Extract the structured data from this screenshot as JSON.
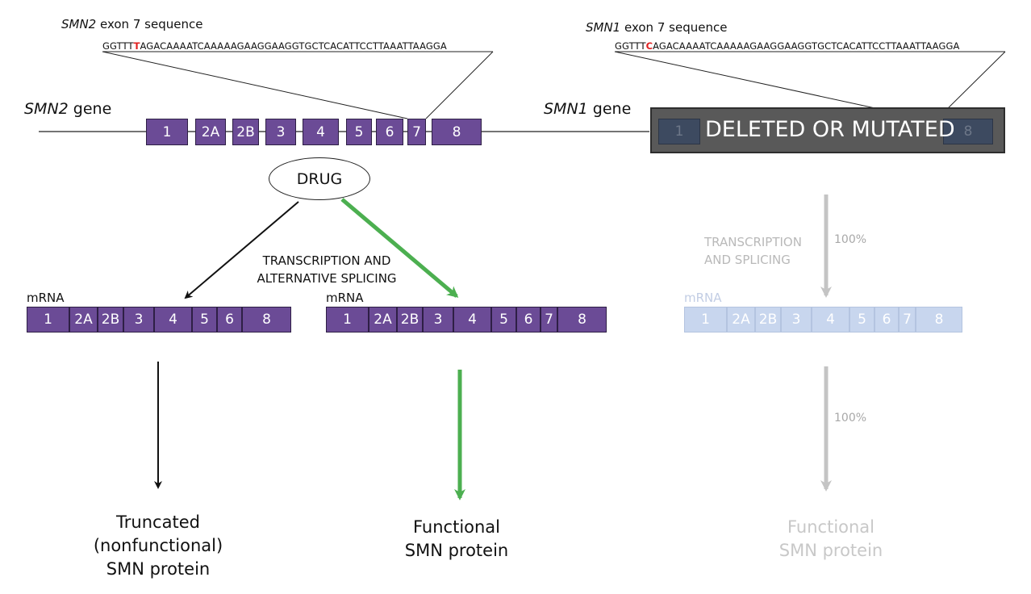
{
  "smn2_sequence": {
    "title_gene": "SMN2",
    "title_rest": " exon 7 sequence",
    "prefix": "GGTTT",
    "mutation": "T",
    "suffix": "AGACAAAATCAAAAAGAAGGAAGGTGCTCACATTCCTTAAATTAAGGA"
  },
  "smn1_sequence": {
    "title_gene": "SMN1",
    "title_rest": " exon 7 sequence",
    "prefix": "GGTTT",
    "mutation": "C",
    "suffix": "AGACAAAATCAAAAAGAAGGAAGGTGCTCACATTCCTTAAATTAAGGA"
  },
  "smn2_gene": {
    "label_gene": "SMN2",
    "label_rest": " gene",
    "exons": [
      "1",
      "2A",
      "2B",
      "3",
      "4",
      "5",
      "6",
      "7",
      "8"
    ]
  },
  "smn1_gene": {
    "label_gene": "SMN1",
    "label_rest": " gene",
    "overlay_text": "DELETED OR MUTATED",
    "visible_exons": [
      "1",
      "8"
    ]
  },
  "drug_label": "DRUG",
  "splicing_label": {
    "line1": "TRANSCRIPTION AND",
    "line2": "ALTERNATIVE SPLICING"
  },
  "smn1_transcription_label": {
    "line1": "TRANSCRIPTION",
    "line2": "AND SPLICING"
  },
  "percent_transcription": "100%",
  "percent_translation": "100%",
  "mrna_label": "mRNA",
  "mrna_truncated_exons": [
    "1",
    "2A",
    "2B",
    "3",
    "4",
    "5",
    "6",
    "8"
  ],
  "mrna_full_exons": [
    "1",
    "2A",
    "2B",
    "3",
    "4",
    "5",
    "6",
    "7",
    "8"
  ],
  "outcome_truncated": {
    "line1": "Truncated",
    "line2": "(nonfunctional)",
    "line3": "SMN protein"
  },
  "outcome_functional": {
    "line1": "Functional",
    "line2": "SMN protein"
  },
  "outcome_smn1": {
    "line1": "Functional",
    "line2": "SMN protein"
  },
  "colors": {
    "exon": "#6b4b96",
    "green_arrow": "#4caf50",
    "gray_arrow": "#c4c4c4",
    "mutation": "#e02020",
    "deleted_box": "#595959",
    "faded_mrna": "#c8d6ee"
  }
}
